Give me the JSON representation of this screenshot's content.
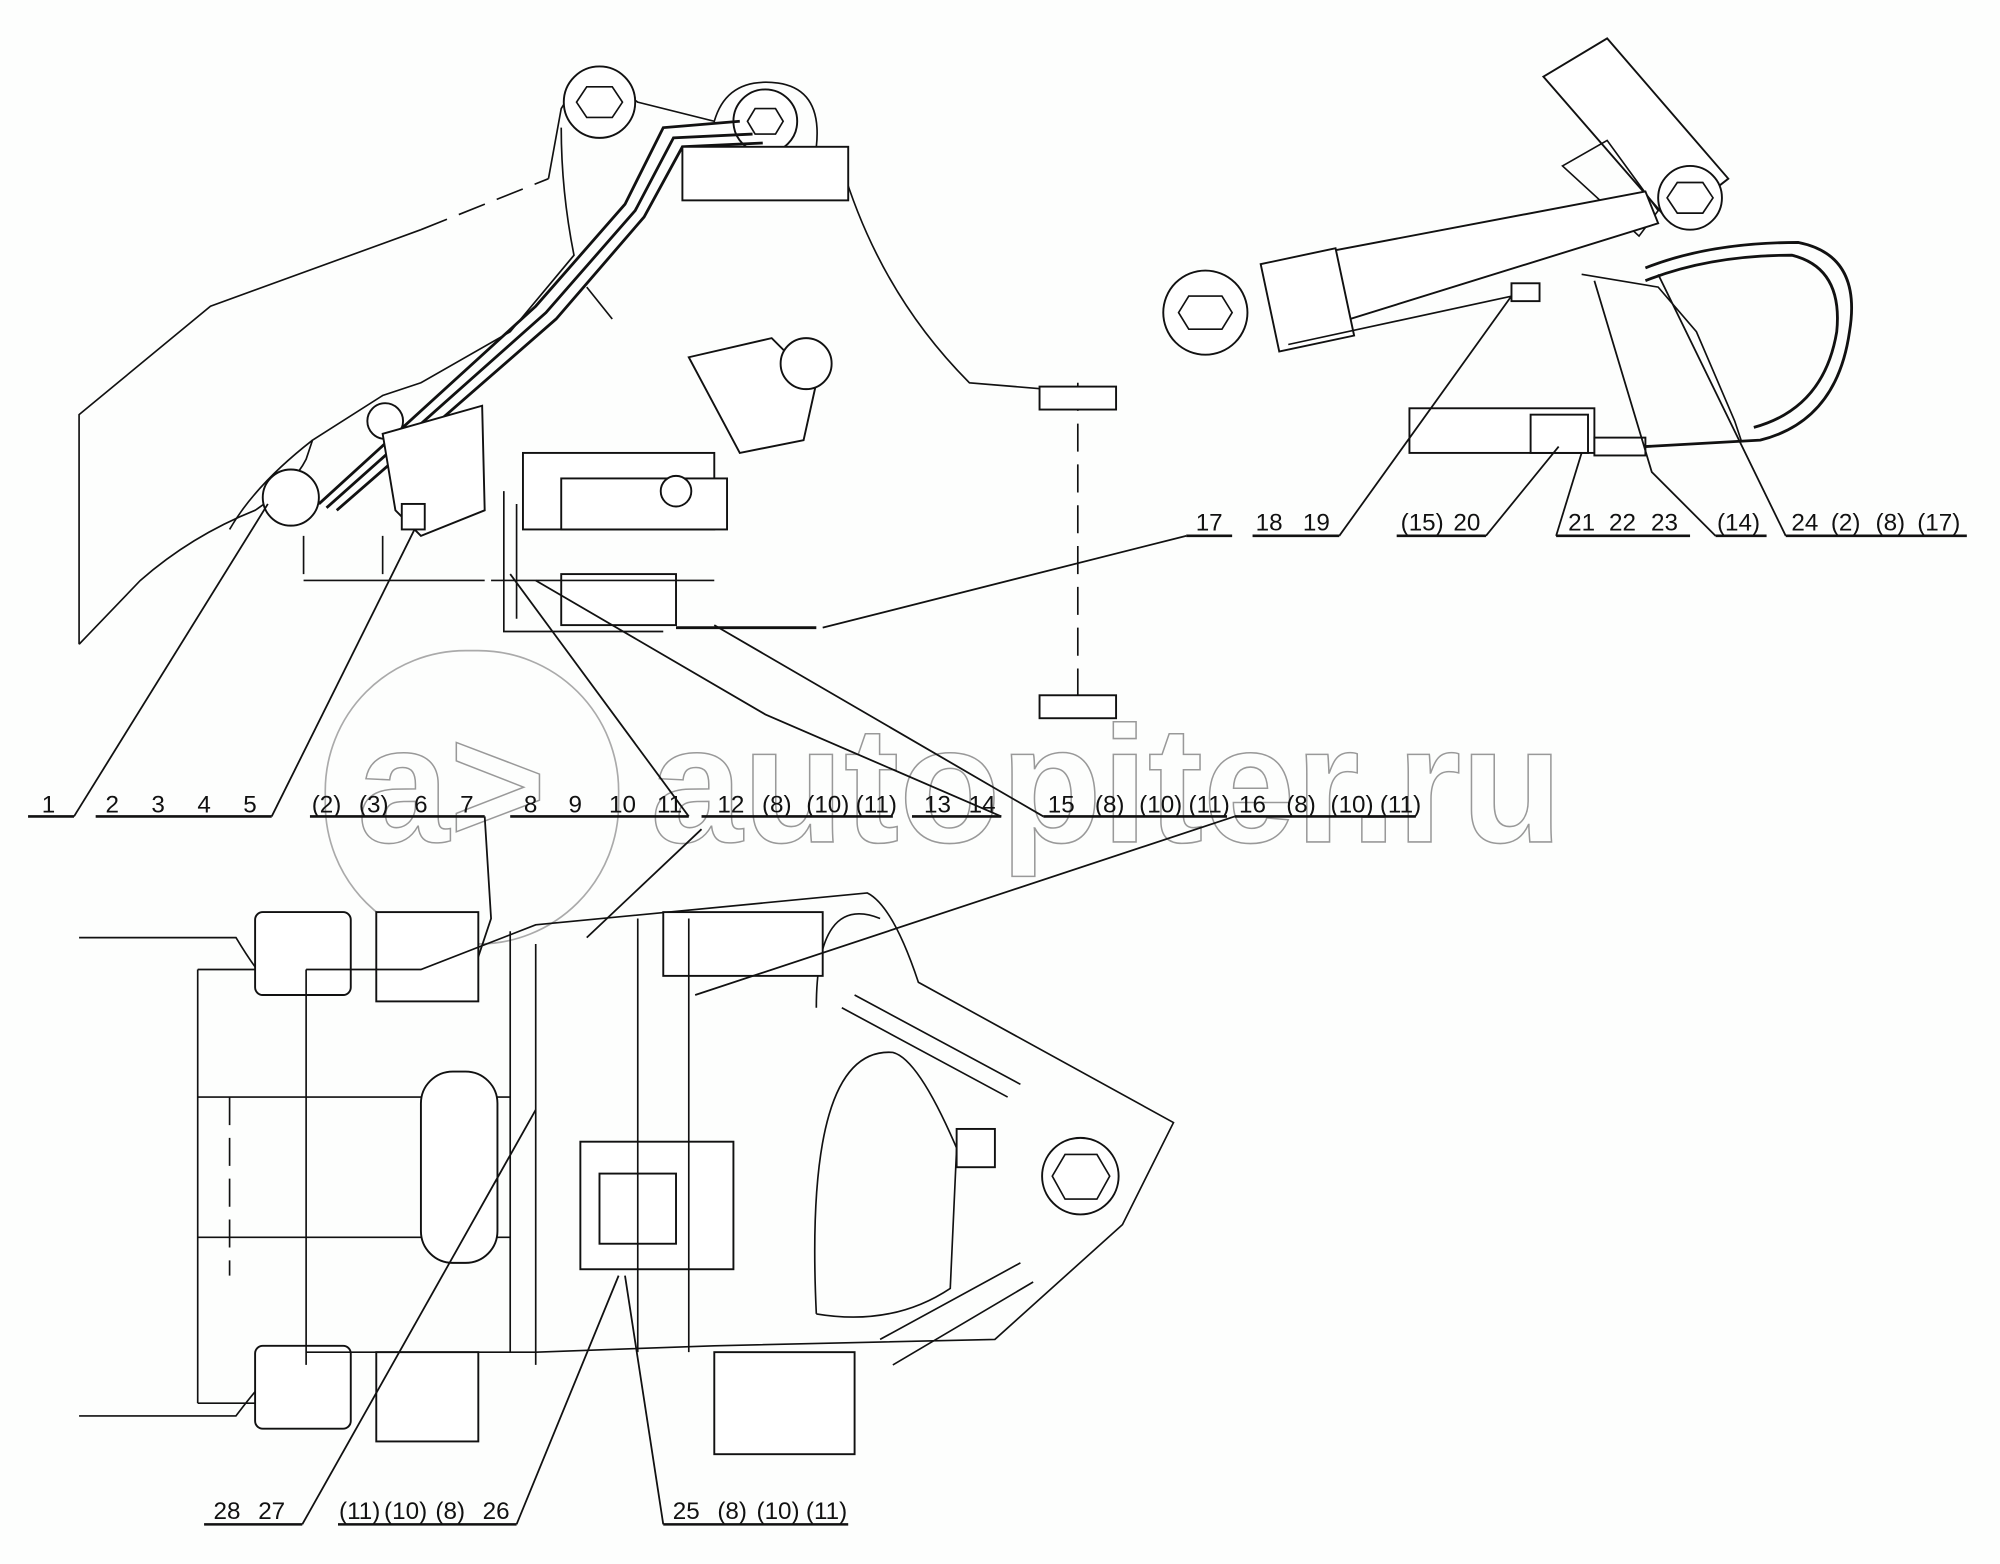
{
  "watermark": {
    "text": "autopiter.ru",
    "mark": "a>"
  },
  "callouts": {
    "g1": [
      "1"
    ],
    "g2": [
      "2",
      "3",
      "4",
      "5"
    ],
    "g3": [
      "(2)",
      "(3)",
      "6",
      "7"
    ],
    "g4": [
      "8",
      "9",
      "10",
      "11"
    ],
    "g5": [
      "12",
      "(8)",
      "(10)",
      "(11)"
    ],
    "g6": [
      "13",
      "14"
    ],
    "g7": [
      "15",
      "(8)",
      "(10)",
      "(11)"
    ],
    "g8": [
      "16",
      "(8)",
      "(10)",
      "(11)"
    ],
    "g9": [
      "17"
    ],
    "g10": [
      "18",
      "19"
    ],
    "g11": [
      "(15)",
      "20"
    ],
    "g12": [
      "21",
      "22",
      "23"
    ],
    "g13": [
      "(14)"
    ],
    "g14": [
      "24",
      "(2)",
      "(8)",
      "(17)"
    ],
    "g15": [
      "28",
      "27"
    ],
    "g16": [
      "(11)",
      "(10)",
      "(8)",
      "26"
    ],
    "g17": [
      "25",
      "(8)",
      "(10)",
      "(11)"
    ]
  }
}
